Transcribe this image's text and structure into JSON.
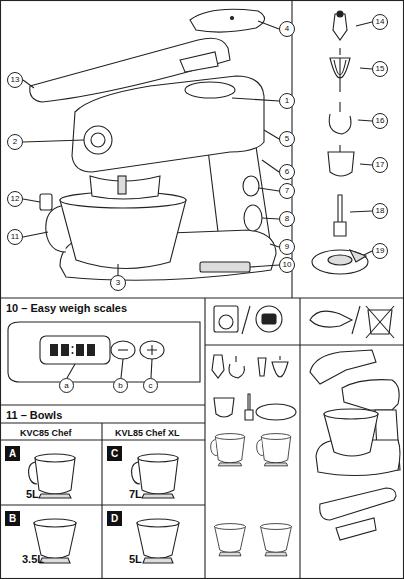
{
  "diagram": {
    "nodes": [
      {
        "text": [
          "1"
        ]
      },
      {
        "text": [
          "2"
        ]
      },
      {
        "text": [
          "3"
        ]
      },
      {
        "text": [
          "4"
        ]
      },
      {
        "text": [
          "5"
        ]
      },
      {
        "text": [
          "6"
        ]
      },
      {
        "text": [
          "7"
        ]
      },
      {
        "text": [
          "8"
        ]
      },
      {
        "text": [
          "9"
        ]
      },
      {
        "text": [
          "10"
        ]
      },
      {
        "text": [
          "11"
        ]
      },
      {
        "text": [
          "12"
        ]
      },
      {
        "text": [
          "13"
        ]
      },
      {
        "text": [
          "14"
        ]
      },
      {
        "text": [
          "15"
        ]
      },
      {
        "text": [
          "16"
        ]
      },
      {
        "text": [
          "17"
        ]
      },
      {
        "text": [
          "18"
        ]
      },
      {
        "text": [
          "19"
        ]
      },
      {
        "text": [
          "10 – Easy weigh scales"
        ]
      },
      {
        "text": [
          "a"
        ],
        "in": 19
      },
      {
        "text": [
          "b"
        ],
        "in": 19
      },
      {
        "text": [
          "c"
        ],
        "in": 19
      },
      {
        "text": [
          "11 – Bowls"
        ]
      },
      {
        "text": [
          "A"
        ],
        "in": 23
      },
      {
        "text": [
          "B"
        ],
        "in": 23
      },
      {
        "text": [
          "C"
        ],
        "in": 23
      },
      {
        "text": [
          "D"
        ],
        "in": 23
      }
    ],
    "labels": [
      "KVC85 Chef",
      "KVL85 Chef XL",
      "5L",
      "3.5L",
      "7L",
      "5L"
    ]
  }
}
